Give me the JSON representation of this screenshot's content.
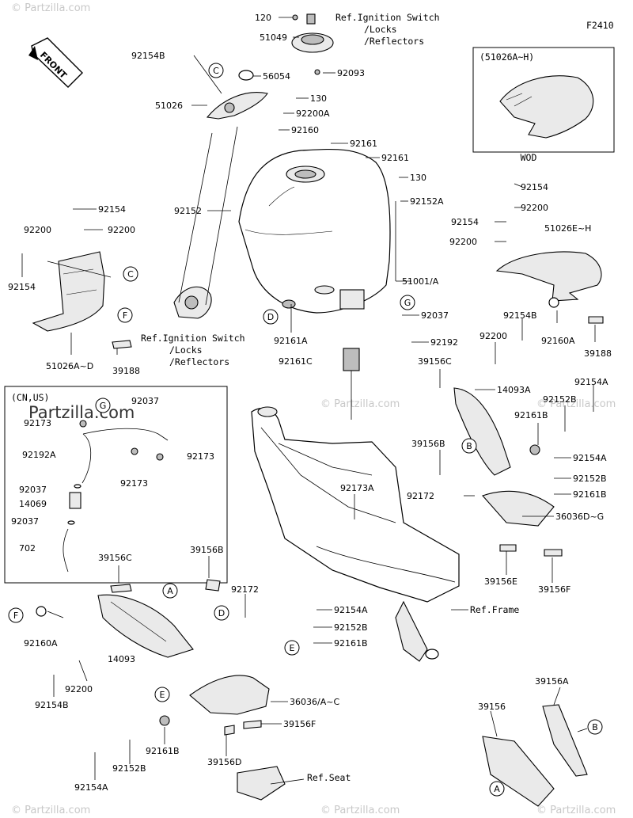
{
  "diagram_code": "F2410",
  "front_label": "FRONT",
  "watermarks": [
    "© Partzilla.com"
  ],
  "brand_watermark": "Partzilla.com",
  "inset_wod": {
    "title": "(51026A~H)",
    "caption": "WOD"
  },
  "inset_cn": {
    "title": "(CN,US)"
  },
  "callouts": [
    "A",
    "B",
    "C",
    "D",
    "E",
    "F",
    "G"
  ],
  "refs": {
    "ignition_top": [
      "Ref.Ignition Switch",
      "/Locks",
      "/Reflectors"
    ],
    "ignition_mid": [
      "Ref.Ignition Switch",
      "/Locks",
      "/Reflectors"
    ],
    "frame": "Ref.Frame",
    "seat": "Ref.Seat"
  },
  "labels": {
    "p120": "120",
    "p51049": "51049",
    "p92093": "92093",
    "p92154B_top": "92154B",
    "p56054": "56054",
    "p51026": "51026",
    "p130_a": "130",
    "p92200A": "92200A",
    "p92160": "92160",
    "p92161_a": "92161",
    "p92161_b": "92161",
    "p92152": "92152",
    "p130_b": "130",
    "p92152A": "92152A",
    "p92154_l": "92154",
    "p92200_l": "92200",
    "p92200_l2": "92200",
    "p92154_l2": "92154",
    "p51026AD": "51026A~D",
    "p39188_l": "39188",
    "p51001A": "51001/A",
    "p92161A": "92161A",
    "p92037_m": "92037",
    "p92192": "92192",
    "p92161C": "92161C",
    "p92154_r": "92154",
    "p92200_r": "92200",
    "p92154_r2": "92154",
    "p92200_r2": "92200",
    "p51026EH": "51026E~H",
    "p92154B_r": "92154B",
    "p92200_r3": "92200",
    "p92160A_r": "92160A",
    "p39188_r": "39188",
    "p39156C_m": "39156C",
    "p14093A": "14093A",
    "p92154A_r": "92154A",
    "p92152B_r": "92152B",
    "p92161B_r": "92161B",
    "p39156B_m": "39156B",
    "p92154A_r2": "92154A",
    "p92152B_r2": "92152B",
    "p92172_m": "92172",
    "p92161B_r2": "92161B",
    "p36036DG": "36036D~G",
    "p92173A": "92173A",
    "p39156E": "39156E",
    "p39156F_r": "39156F",
    "p92037_i": "92037",
    "p92173_i1": "92173",
    "p92192A": "92192A",
    "p92173_i2": "92173",
    "p92173_i3": "92173",
    "p92037_i2": "92037",
    "p14069": "14069",
    "p92037_i3": "92037",
    "p702": "702",
    "p39156C_l": "39156C",
    "p39156B_l": "39156B",
    "p92172_l": "92172",
    "p92160A_l": "92160A",
    "p14093": "14093",
    "p92200_b": "92200",
    "p92154B_b": "92154B",
    "p92154A_c": "92154A",
    "p92152B_c": "92152B",
    "p92161B_c": "92161B",
    "p36036AC": "36036/A~C",
    "p39156F_c": "39156F",
    "p92161B_b": "92161B",
    "p92152B_b": "92152B",
    "p39156D": "39156D",
    "p92154A_b": "92154A",
    "p39156A": "39156A",
    "p39156": "39156"
  }
}
